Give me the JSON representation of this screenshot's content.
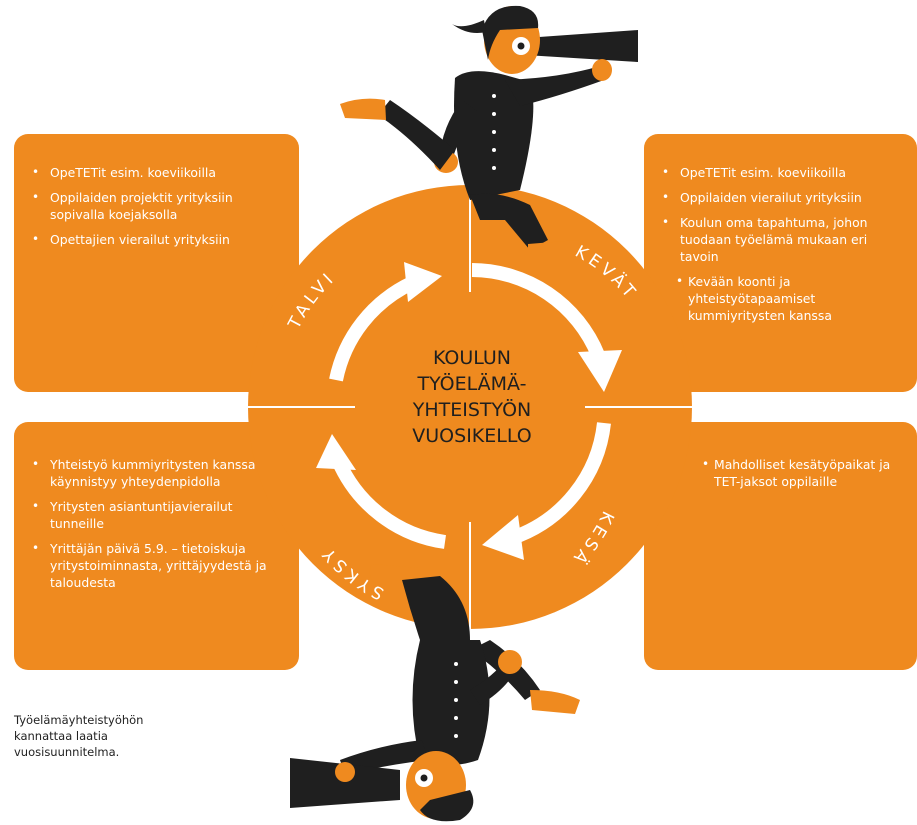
{
  "title": [
    "KOULUN",
    "TYÖELÄMÄ-",
    "YHTEISTYÖN",
    "VUOSIKELLO"
  ],
  "seasons": {
    "talvi": "TALVI",
    "kevat": "KEVÄT",
    "kesa": "KESÄ",
    "syksy": "SYKSY"
  },
  "boxes": {
    "talvi": [
      "OpeTETit esim. koeviikoilla",
      "Oppilaiden projektit yrityksiin sopivalla koejaksolla",
      "Opettajien vierailut yrityksiin"
    ],
    "kevat": [
      "OpeTETit esim. koeviikoilla",
      "Oppilaiden vierailut yrityksiin",
      "Koulun oma tapahtuma, johon tuodaan työelämä mukaan eri tavoin"
    ],
    "kevat_sub": "Kevään koonti ja yhteistyötapaamiset kummiyritysten kanssa",
    "kesa_sub": "Mahdolliset kesätyöpaikat ja TET-jaksot oppilaille",
    "syksy": [
      "Yhteistyö kummiyritysten kanssa käynnistyy yhteydenpidolla",
      "Yritysten asiantuntijavierailut tunneille",
      "Yrittäjän päivä 5.9. – tietoiskuja yritystoiminnasta, yrittäjyydestä ja taloudesta"
    ]
  },
  "caption": "Työelämäyhteistyöhön kannattaa laatia vuosisuunnitelma.",
  "colors": {
    "orange": "#ef8a1f",
    "dark": "#1f1f1f",
    "white": "#ffffff"
  },
  "icons": [
    "person-with-telescope-icon",
    "upside-down-person-with-telescope-icon",
    "clockwise-arrow-icon"
  ]
}
